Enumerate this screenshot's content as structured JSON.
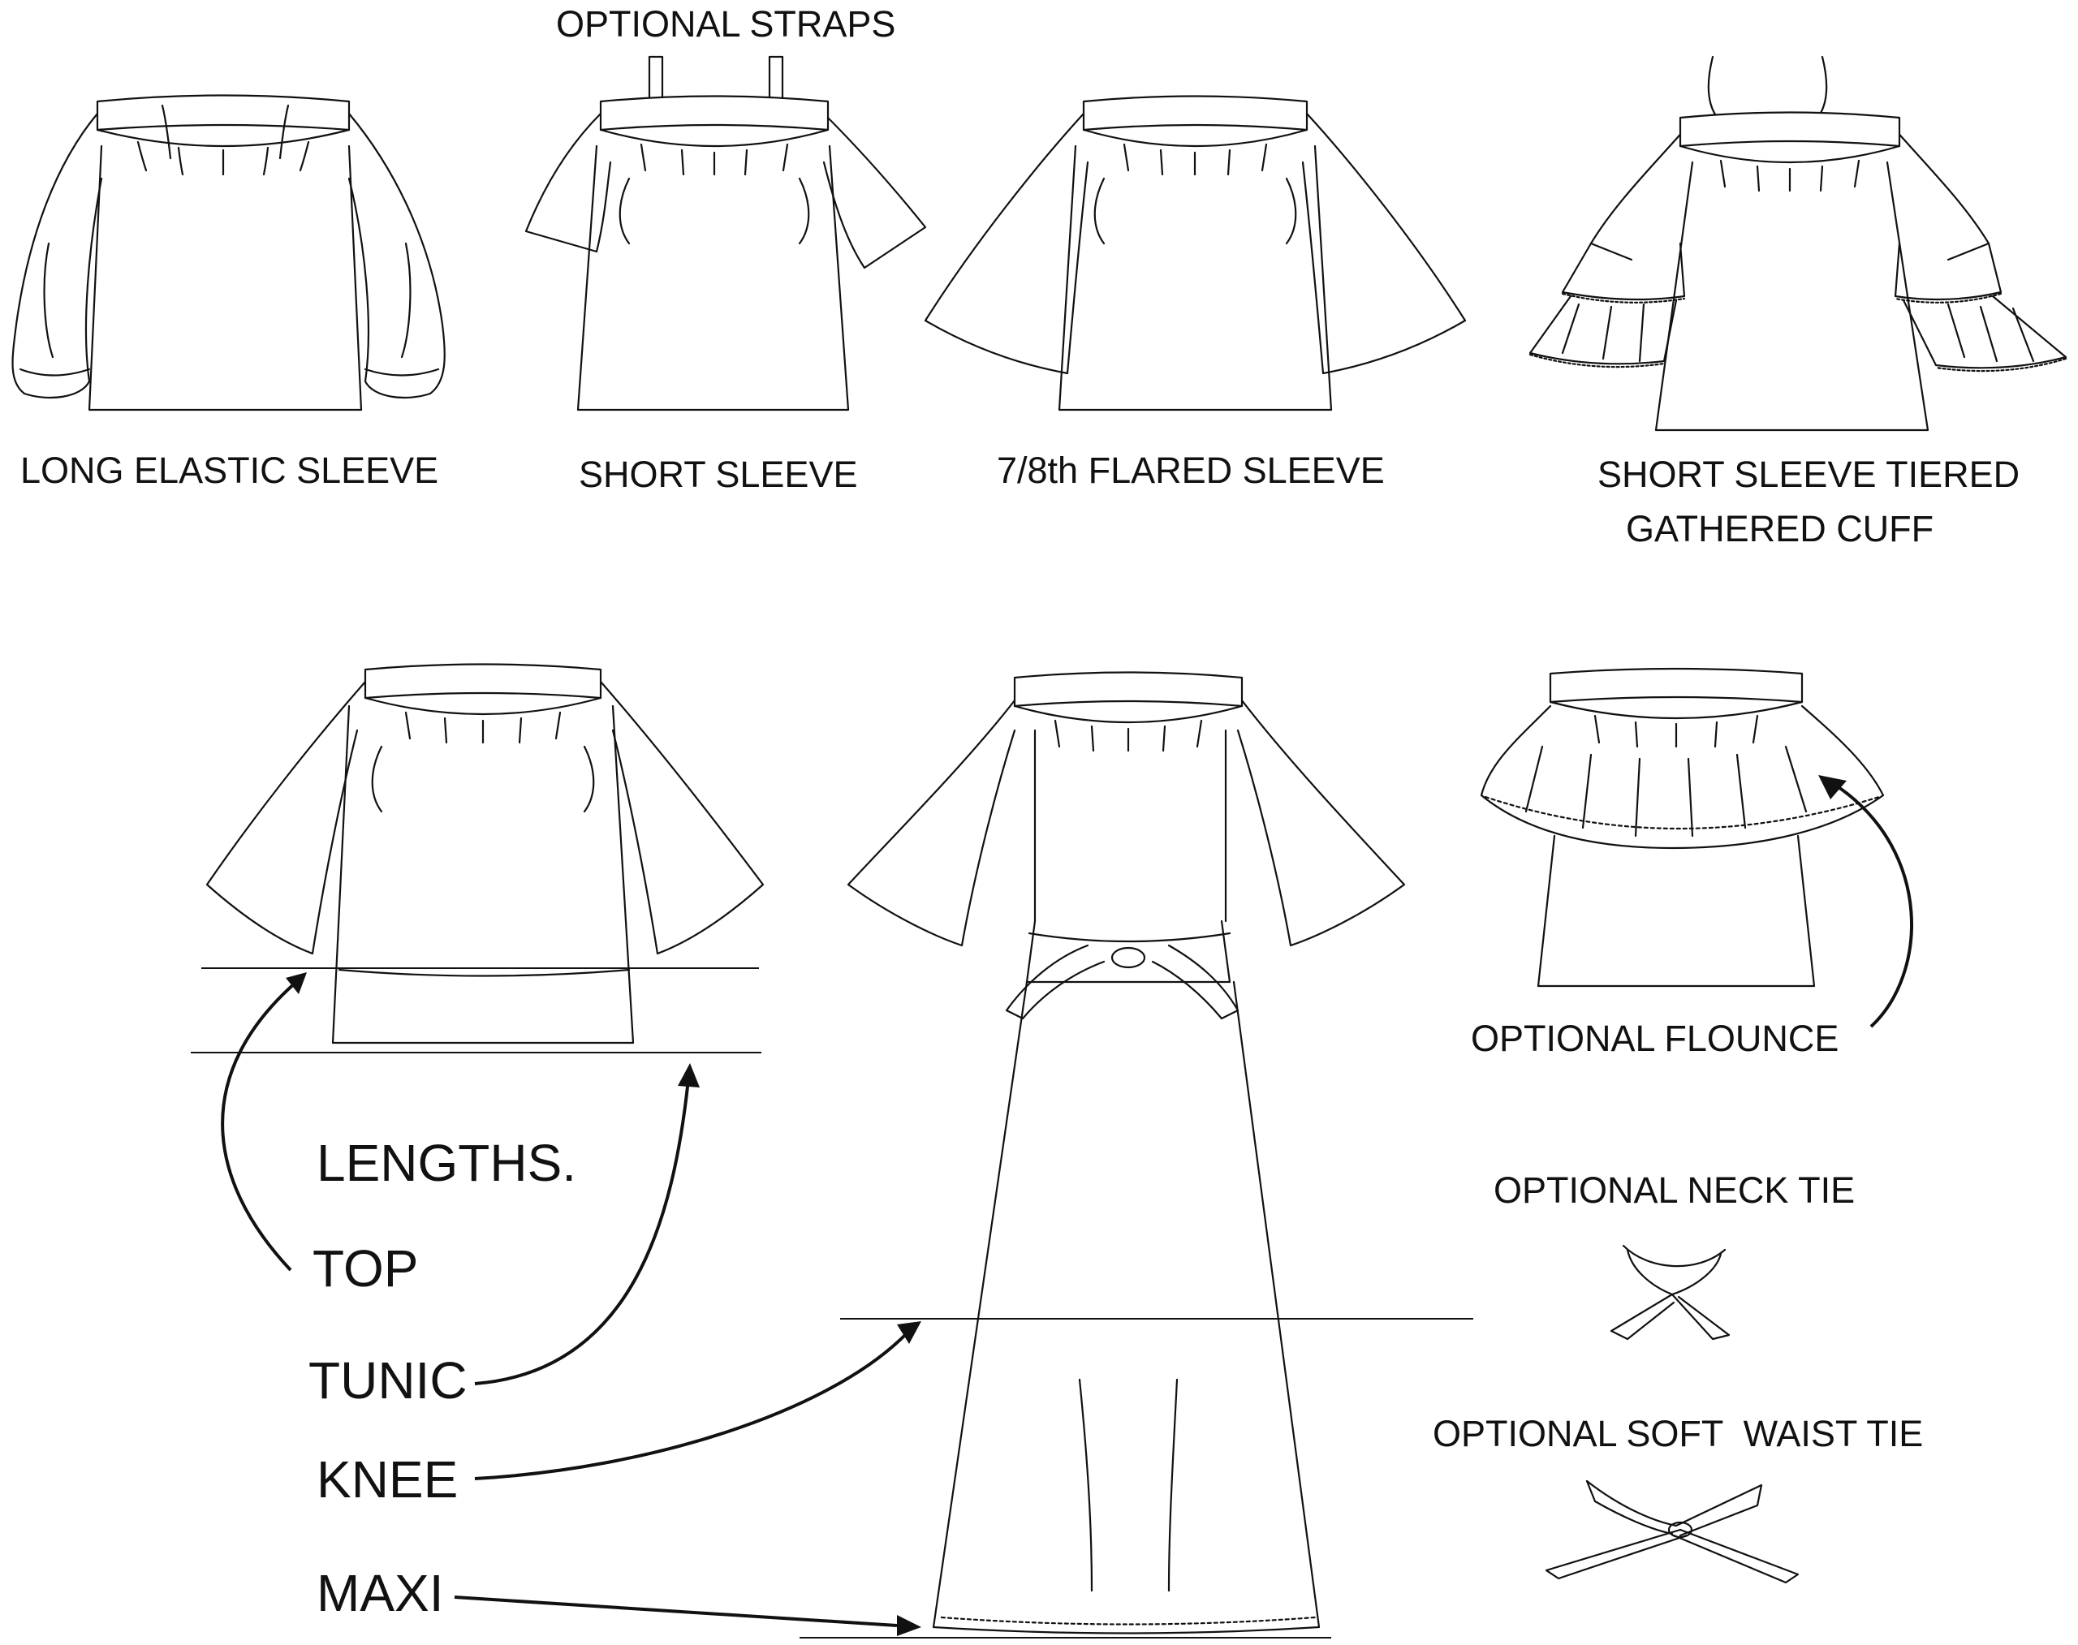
{
  "labels": {
    "optional_straps": "OPTIONAL STRAPS",
    "long_elastic_sleeve": "LONG ELASTIC SLEEVE",
    "short_sleeve": "SHORT SLEEVE",
    "flared_sleeve": "7/8th FLARED SLEEVE",
    "tiered_cuff_line1": "SHORT SLEEVE TIERED",
    "tiered_cuff_line2": "GATHERED CUFF",
    "optional_flounce": "OPTIONAL FLOUNCE",
    "optional_neck_tie": "OPTIONAL NECK TIE",
    "optional_waist_tie": "OPTIONAL SOFT  WAIST TIE"
  },
  "lengths": {
    "heading": "LENGTHS.",
    "items": [
      "TOP",
      "TUNIC",
      "KNEE",
      "MAXI"
    ]
  }
}
